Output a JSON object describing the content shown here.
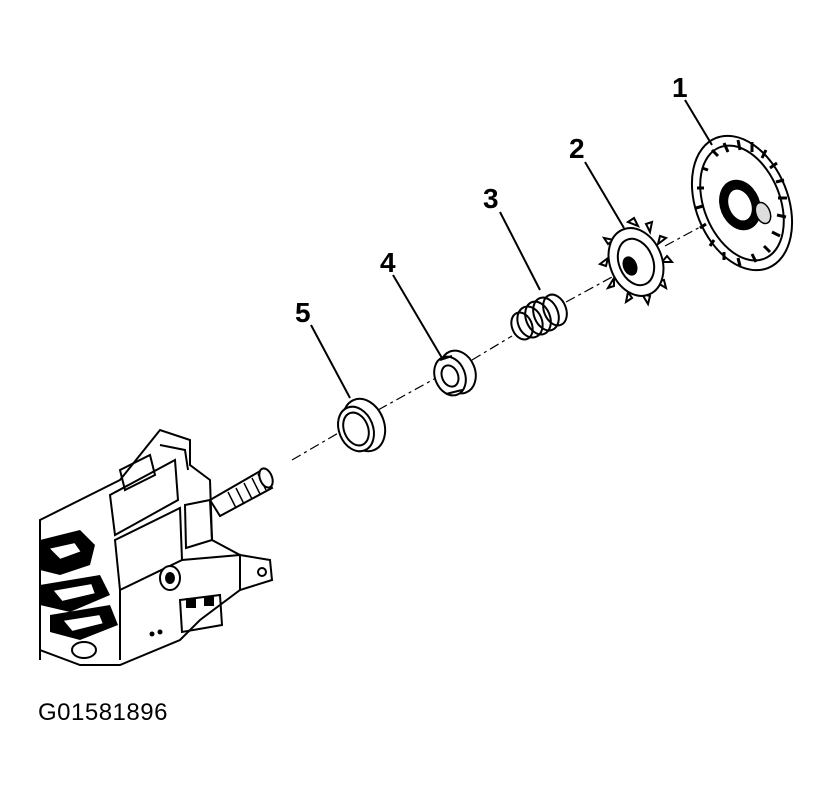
{
  "callouts": [
    {
      "id": "1",
      "label": "1"
    },
    {
      "id": "2",
      "label": "2"
    },
    {
      "id": "3",
      "label": "3"
    },
    {
      "id": "4",
      "label": "4"
    },
    {
      "id": "5",
      "label": "5"
    }
  ],
  "figure_id": "G01581896"
}
